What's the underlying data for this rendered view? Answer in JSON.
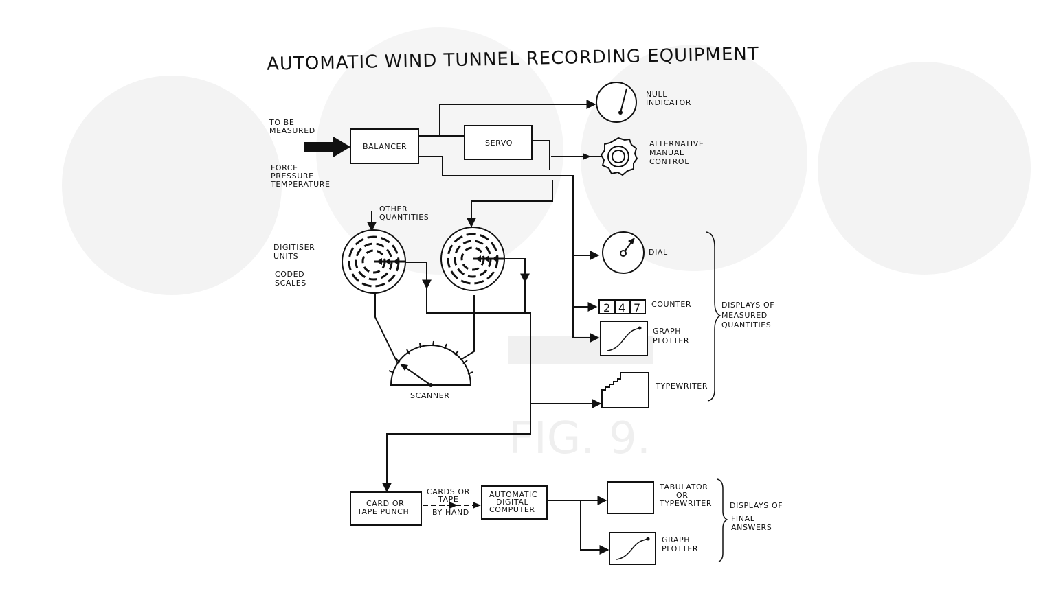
{
  "title": "AUTOMATIC WIND TUNNEL RECORDING EQUIPMENT",
  "watermark": "FIG. 9.",
  "labels": {
    "input_top": [
      "TO BE",
      "MEASURED"
    ],
    "input_bottom": [
      "FORCE",
      "PRESSURE",
      "TEMPERATURE"
    ],
    "balancer": "BALANCER",
    "servo": "SERVO",
    "null_indicator": [
      "NULL",
      "INDICATOR"
    ],
    "manual_control": [
      "ALTERNATIVE",
      "MANUAL",
      "CONTROL"
    ],
    "other_quantities": [
      "OTHER",
      "QUANTITIES"
    ],
    "digitiser_units": [
      "DIGITISER",
      "UNITS"
    ],
    "coded_scales": [
      "CODED",
      "SCALES"
    ],
    "scanner": "SCANNER",
    "dial": "DIAL",
    "counter": "COUNTER",
    "counter_digits": [
      "2",
      "4",
      "7"
    ],
    "graph_plotter_1": [
      "GRAPH",
      "PLOTTER"
    ],
    "typewriter": "TYPEWRITER",
    "displays_measured": [
      "DISPLAYS OF",
      "MEASURED",
      "QUANTITIES"
    ],
    "card_punch": [
      "CARD OR",
      "TAPE  PUNCH"
    ],
    "cards_by_hand": [
      "CARDS OR",
      "TAPE",
      "BY HAND"
    ],
    "computer": [
      "AUTOMATIC",
      "DIGITAL",
      "COMPUTER"
    ],
    "tabulator": [
      "TABULATOR",
      "OR",
      "TYPEWRITER"
    ],
    "graph_plotter_2": [
      "GRAPH",
      "PLOTTER"
    ],
    "displays_final": [
      "DISPLAYS OF",
      "FINAL",
      "ANSWERS"
    ]
  }
}
